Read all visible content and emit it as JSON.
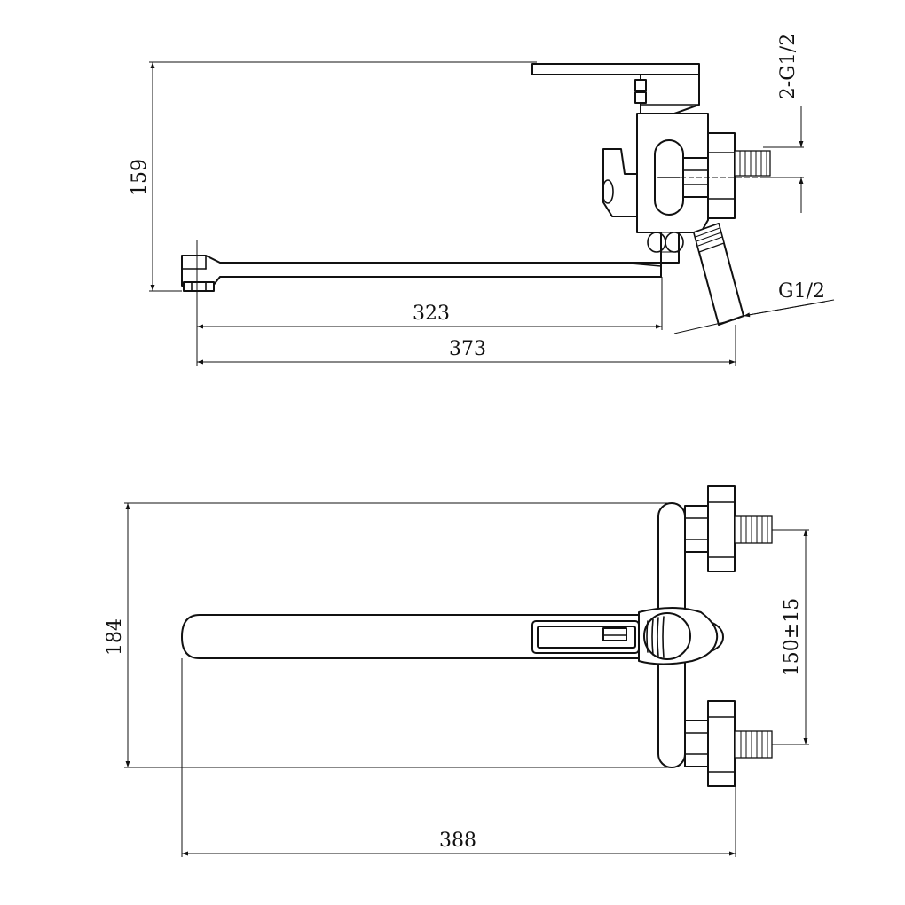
{
  "side_view": {
    "dims": {
      "height": "159",
      "reach_inner": "323",
      "reach_outer": "373",
      "inlet_thread": "2-G1/2",
      "outlet_thread": "G1/2"
    }
  },
  "top_view": {
    "dims": {
      "depth": "184",
      "inlet_spacing": "150±15",
      "total_length": "388"
    }
  }
}
